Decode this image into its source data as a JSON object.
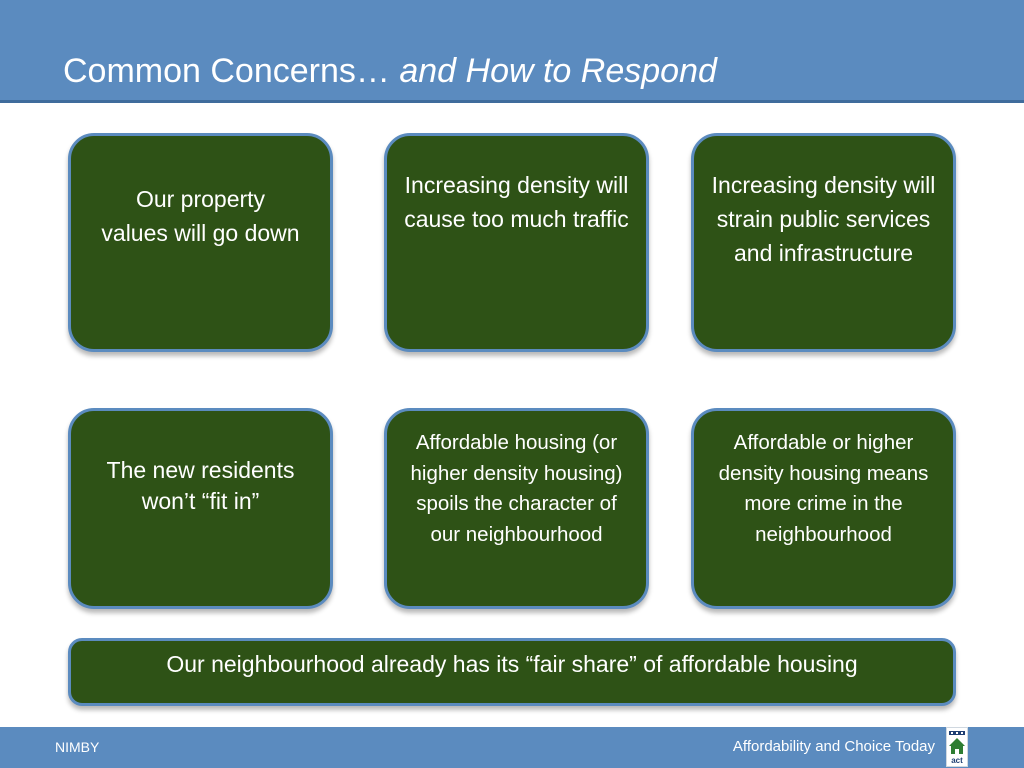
{
  "slide": {
    "title_main": "Common Concerns…",
    "title_italic": "and How to Respond"
  },
  "concerns": {
    "c1": "Our property values will go down",
    "c2": "Increasing density will cause too much traffic",
    "c3": "Increasing density will strain public services and infrastructure",
    "c4": "The new residents won’t “fit in”",
    "c5": "Affordable housing (or higher density housing) spoils the character of our neighbourhood",
    "c6": "Affordable or higher density housing means more crime in the neighbourhood",
    "wide": "Our neighbourhood already has its “fair share” of affordable housing"
  },
  "footer": {
    "left": "NIMBY",
    "right": "Affordability and Choice Today",
    "logo_text": "act"
  },
  "colors": {
    "header_blue": "#5b8bbf",
    "card_green": "#2e5216",
    "logo_green": "#2e7d32"
  },
  "icons": {
    "logo": "act-house-logo"
  }
}
